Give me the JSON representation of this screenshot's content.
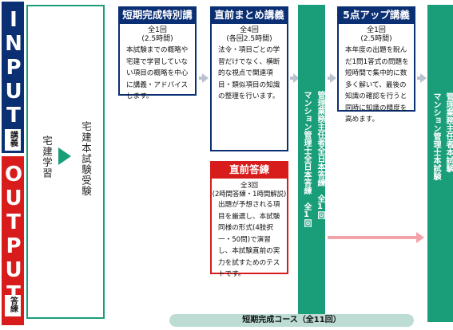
{
  "sidebar": {
    "input_label": "INPUT",
    "input_sub": "講義",
    "output_label": "OUTPUT",
    "output_sub": "答練"
  },
  "left_panel": {
    "inner_label": "宅建学習",
    "outer_label": "宅建本試験受験"
  },
  "courses": {
    "tanki": {
      "title": "短期完成特別講義",
      "sessions": "全1回",
      "hours": "(2.5時間)",
      "desc": "本試験までの概略や宅建で学習していない項目の概略を中心に講義・アドバイスします。"
    },
    "chokuzen": {
      "title": "直前まとめ講義",
      "sessions": "全4回",
      "hours": "(各回2.5時間)",
      "desc": "法令・項目ごとの学習だけでなく、横断的な視点で関連項目・類似項目の知識の整理を行います。"
    },
    "toren": {
      "title": "直前答練",
      "sessions": "全3回",
      "hours": "(2時間答練・1時間解説)",
      "desc": "出題が予想される項目を厳選し、本試験同様の形式(4肢択一・50問)で演習し、本試験直前の実力を試すためのテストです。"
    },
    "gotenup": {
      "title": "5点アップ講義",
      "sessions": "全1回",
      "hours": "(2.5時間)",
      "desc": "本年度の出題を睨んだ1問1答式の問題を短時間で集中的に数多く解いて、最後の知識の確認を行うと同時に知識の精度を高めます。"
    }
  },
  "columns": {
    "mock_col1": "マンション管理士全日本答練　全1回",
    "mock_col2": "管理業務主任者全日本答練　全1回",
    "final_col1": "マンション管理士本試験",
    "final_col2": "管理業務主任者本試験"
  },
  "footer": {
    "course_summary": "短期完成コース（全11回）"
  },
  "colors": {
    "navy": "#0b2f73",
    "red": "#d81c1c",
    "green": "#1a9e7a",
    "grey_arrow": "#b9c2cf",
    "pink_arrow": "#f2a3a8",
    "pill": "#bcdcd4"
  }
}
